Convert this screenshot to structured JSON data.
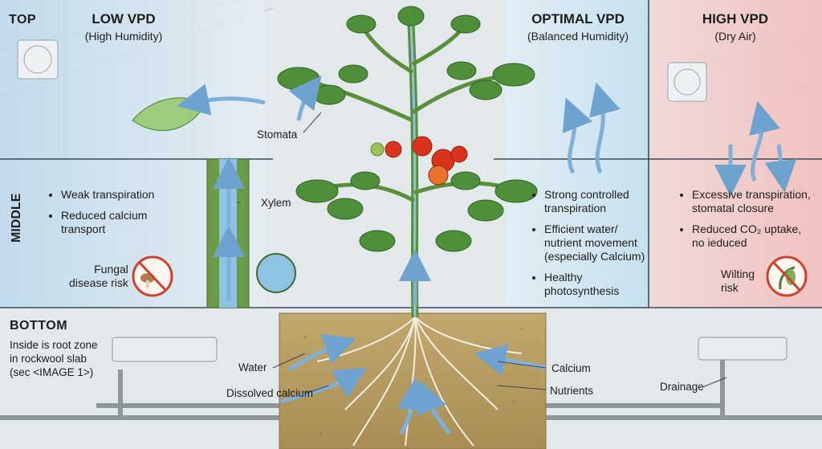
{
  "zones": {
    "top": "TOP",
    "middle": "MIDDLE",
    "bottom": "BOTTOM"
  },
  "bottom_note": [
    "Inside is root zone",
    "in rockwool slab",
    "(sec <IMAGE 1>)"
  ],
  "low": {
    "title": "LOW VPD",
    "subtitle": "(High Humidity)",
    "bullets": [
      "Weak transpiration",
      "Reduced calcium",
      "transport"
    ],
    "risk": [
      "Fungal",
      "disease risk"
    ]
  },
  "optimal": {
    "title": "OPTIMAL VPD",
    "subtitle": "(Balanced Humidity)",
    "bullets": [
      "Strong controlled",
      "transpiration",
      "Efficient water/",
      "nutrient movement",
      "(especially Calcium)",
      "Healthy",
      "photosynthesis"
    ]
  },
  "high": {
    "title": "HIGH VPD",
    "subtitle": "(Dry Air)",
    "bullets": [
      "Excessive transpiration,",
      "stomatal closure",
      "Reduced CO₂ uptake,",
      "no ieduced"
    ],
    "risk": [
      "Wilting",
      "risk"
    ]
  },
  "labels": {
    "stomata": "Stomata",
    "xylem": "Xylem",
    "water": "Water",
    "dissolved_calcium": "Dissolved calcium",
    "calcium": "Calcium",
    "nutrients": "Nutrients",
    "drainage": "Drainage"
  },
  "colors": {
    "low_panel": "#cfe3f1",
    "optimal_panel": "#cfe7f3",
    "high_panel": "#f6d0cf",
    "arrow": "#7fb0d8",
    "soil": "#b59a5e",
    "leaf": "#4f8f3a",
    "tomato": "#d9351c"
  }
}
